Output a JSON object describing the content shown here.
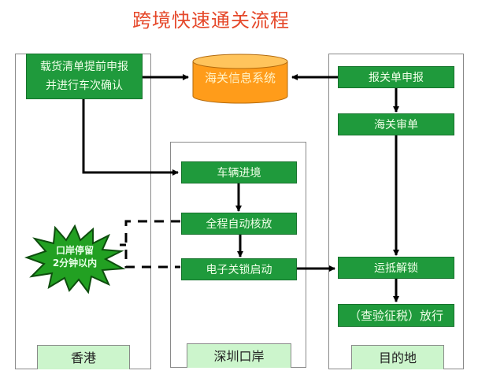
{
  "title": "跨境快速通关流程",
  "colors": {
    "title": "#e5482a",
    "step_fill": "#1f9a3c",
    "lane_label_fill": "#ccf5cc",
    "database_fill": "#ff9c1a",
    "burst_fill": "#22a022"
  },
  "lanes": [
    {
      "id": "hongkong",
      "label": "香港"
    },
    {
      "id": "shenzhen",
      "label": "深圳口岸"
    },
    {
      "id": "destination",
      "label": "目的地"
    }
  ],
  "database": {
    "label": "海关信息系统",
    "icon": "database-cylinder-icon"
  },
  "steps": {
    "hk_manifest": {
      "line1": "载货清单提前申报",
      "line2": "并进行车次确认"
    },
    "vehicle_entry": "车辆进境",
    "auto_release": "全程自动核放",
    "e_lock_start": "电子关锁启动",
    "declaration": "报关单申报",
    "customs_review": "海关审单",
    "unlock_on_arrival": "运抵解锁",
    "final_release": "（查验征税）放行"
  },
  "callout": {
    "line1": "口岸停留",
    "line2": "2分钟以内",
    "icon": "starburst-icon"
  }
}
